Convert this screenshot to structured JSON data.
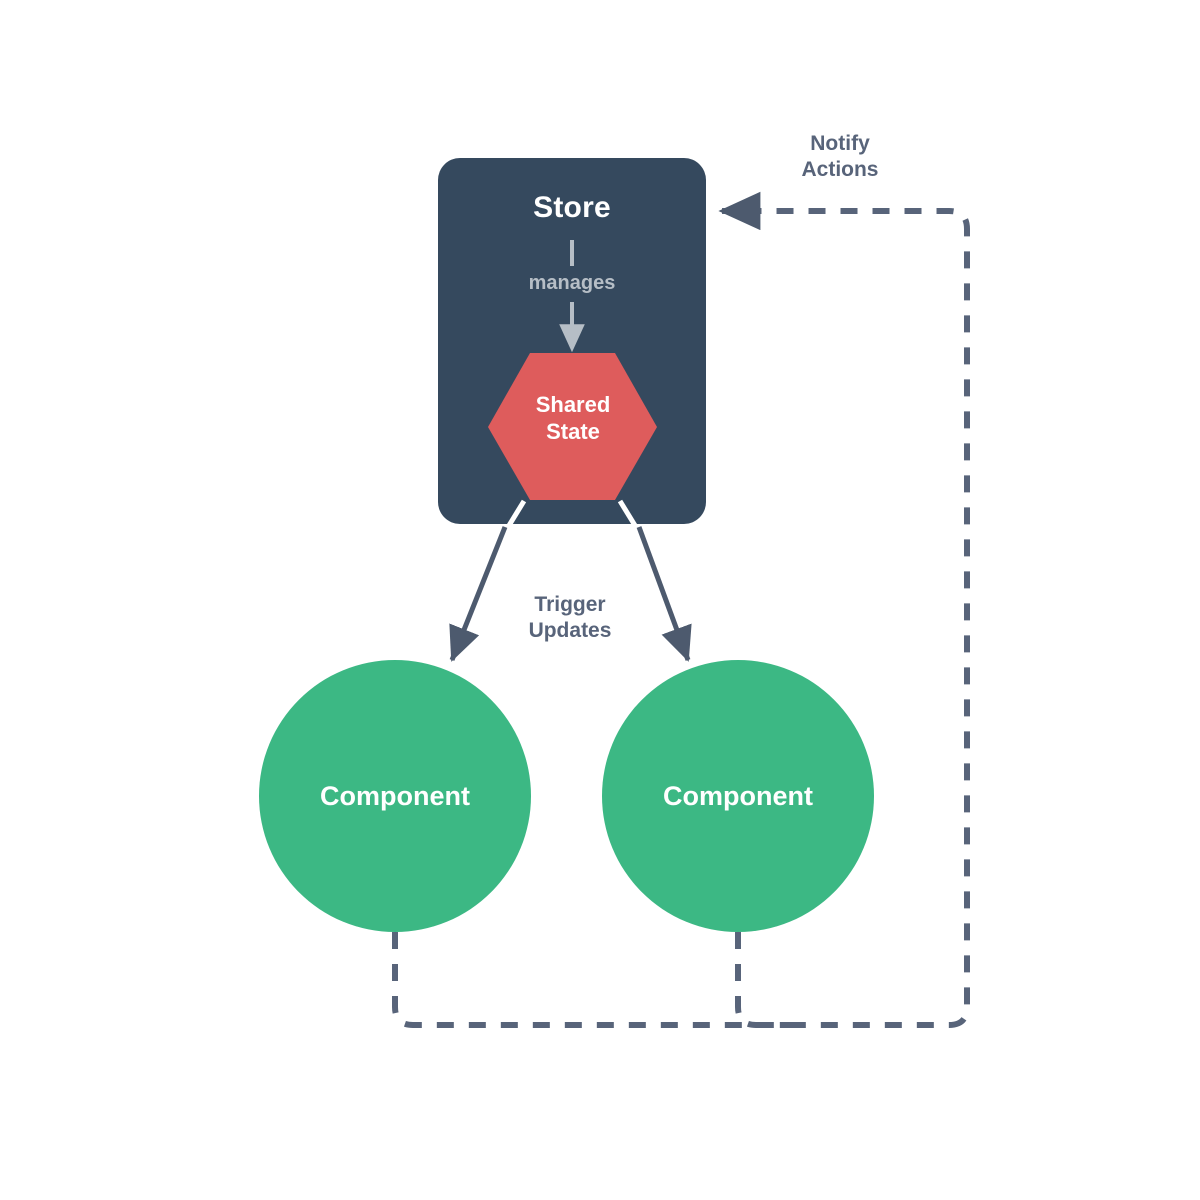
{
  "diagram": {
    "title": "Store / Shared State / Component flow diagram",
    "background_color": "#ffffff",
    "nodes": {
      "store": {
        "label": "Store",
        "shape": "rounded-rectangle",
        "fill": "#35495E",
        "text_color": "#ffffff"
      },
      "manages": {
        "label": "manages",
        "shape": "arrow-label",
        "color": "#b6bec6"
      },
      "shared_state": {
        "label": "Shared\nState",
        "shape": "hexagon",
        "fill": "#DE5C5C",
        "text_color": "#ffffff"
      },
      "component_left": {
        "label": "Component",
        "shape": "circle",
        "fill": "#3CB884",
        "text_color": "#ffffff"
      },
      "component_right": {
        "label": "Component",
        "shape": "circle",
        "fill": "#3CB884",
        "text_color": "#ffffff"
      }
    },
    "edges": {
      "trigger_updates": {
        "label": "Trigger\nUpdates",
        "style": "solid",
        "color": "#58647a",
        "from": "shared_state",
        "to": "component_left, component_right"
      },
      "notify_actions": {
        "label": "Notify\nActions",
        "style": "dashed",
        "color": "#58647a",
        "from": "component_left, component_right",
        "to": "store"
      }
    }
  }
}
